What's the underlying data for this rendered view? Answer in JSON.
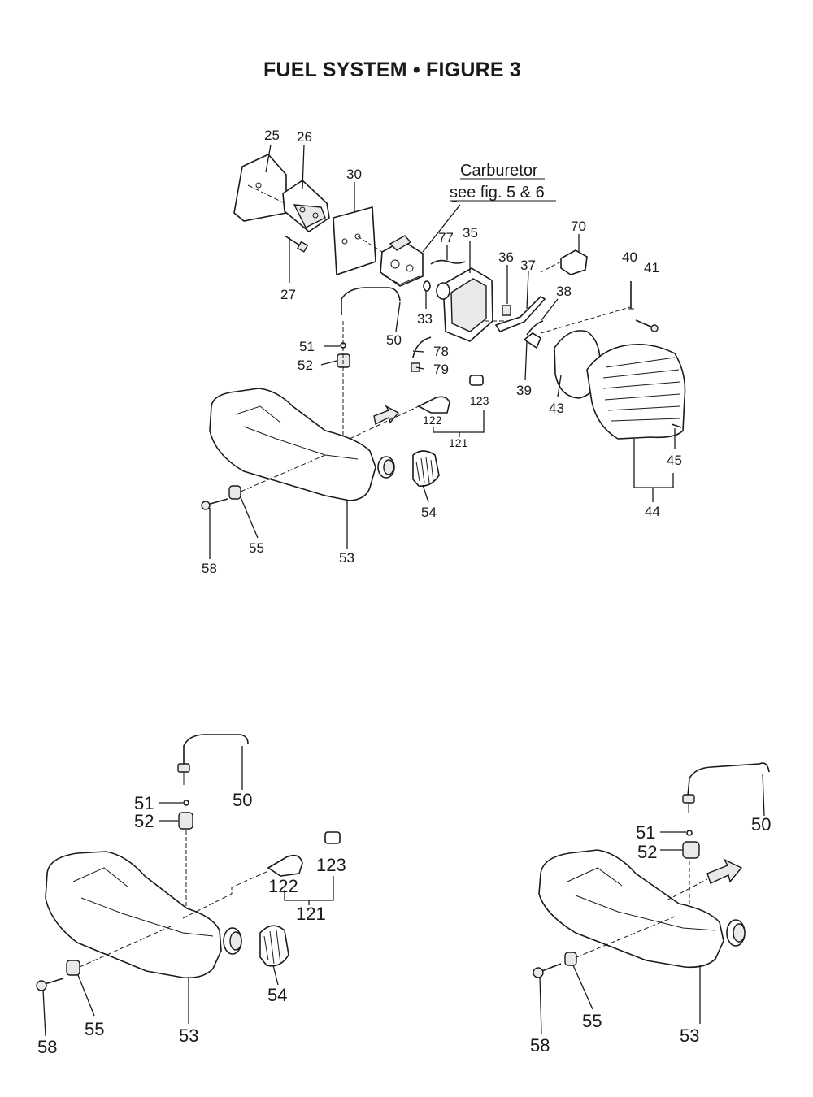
{
  "title": "FUEL SYSTEM  •  FIGURE 3",
  "note": {
    "line1": "Carburetor",
    "line2": "see fig. 5 & 6"
  },
  "main_labels": {
    "l25": "25",
    "l26": "26",
    "l27": "27",
    "l30": "30",
    "l33": "33",
    "l35": "35",
    "l36": "36",
    "l37": "37",
    "l38": "38",
    "l39": "39",
    "l40": "40",
    "l41": "41",
    "l43": "43",
    "l44": "44",
    "l45": "45",
    "l50": "50",
    "l51": "51",
    "l52": "52",
    "l53": "53",
    "l54": "54",
    "l55": "55",
    "l58": "58",
    "l70": "70",
    "l77": "77",
    "l78": "78",
    "l79": "79",
    "l121": "121",
    "l122": "122",
    "l123": "123"
  },
  "left_detail_labels": {
    "l50": "50",
    "l51": "51",
    "l52": "52",
    "l53": "53",
    "l54": "54",
    "l55": "55",
    "l58": "58",
    "l121": "121",
    "l122": "122",
    "l123": "123"
  },
  "right_detail_labels": {
    "l50": "50",
    "l51": "51",
    "l52": "52",
    "l53": "53",
    "l55": "55",
    "l58": "58"
  }
}
